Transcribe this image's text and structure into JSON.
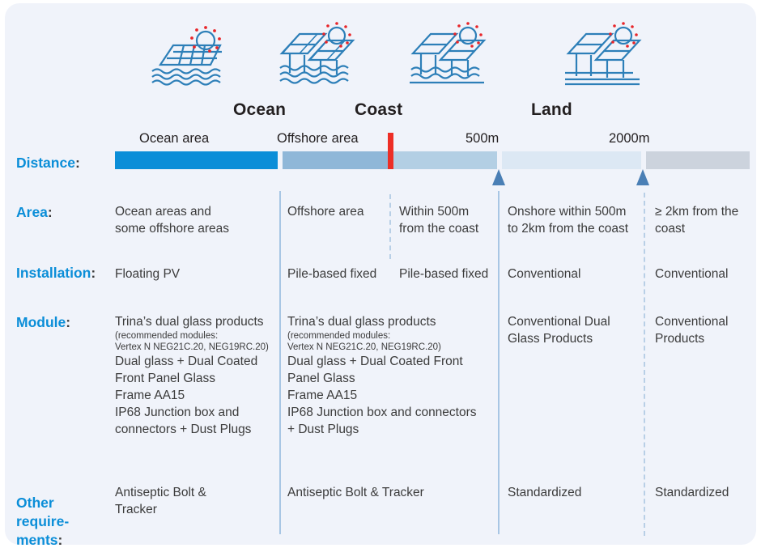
{
  "zones": [
    {
      "name": "Ocean",
      "label": "Ocean"
    },
    {
      "name": "Coast",
      "label": "Coast"
    },
    {
      "name": "Land",
      "label": "Land"
    }
  ],
  "icons": [
    {
      "name": "floating-pv-icon",
      "type": "flat-panel-on-water"
    },
    {
      "name": "offshore-pv-icon",
      "type": "tilted-panels-on-water"
    },
    {
      "name": "coastal-pv-icon",
      "type": "tilted-panels-shallow-water"
    },
    {
      "name": "land-pv-icon",
      "type": "tilted-panels-on-ground"
    }
  ],
  "distance": {
    "label": "Distance",
    "colon": ":",
    "segments": [
      {
        "caption": "Ocean area",
        "color": "#0b8ed8"
      },
      {
        "caption": "Offshore area",
        "color": "#8fb7d8"
      },
      {
        "caption": "",
        "color": "#b3cfe4"
      },
      {
        "caption": "500m",
        "color": "#dce8f4"
      },
      {
        "caption": "2000m",
        "color": "#ccd3dd"
      }
    ],
    "coast_marker_color": "#ed2e26",
    "arrow_color": "#4a7fb5"
  },
  "rows": [
    {
      "label": "Area",
      "colon": ":",
      "cells": [
        "Ocean areas and\nsome offshore areas",
        "Offshore area",
        "Within 500m\nfrom the coast",
        "Onshore within 500m\nto 2km from the coast",
        "≥ 2km from the\ncoast"
      ]
    },
    {
      "label": "Installation",
      "colon": ":",
      "cells": [
        "Floating PV",
        "Pile-based fixed",
        "Pile-based fixed",
        "Conventional",
        "Conventional"
      ]
    },
    {
      "label": "Module",
      "colon": ":",
      "cells": [
        {
          "head": "Trina’s dual glass products",
          "note": "(recommended modules:\nVertex N NEG21C.20, NEG19RC.20)",
          "body": "Dual glass + Dual Coated\nFront Panel Glass\nFrame AA15\nIP68 Junction box and\nconnectors + Dust Plugs"
        },
        {
          "head": "Trina’s dual glass products",
          "note": "(recommended modules:\nVertex N NEG21C.20, NEG19RC.20)",
          "body": "Dual glass + Dual Coated Front\nPanel Glass\nFrame AA15\nIP68 Junction box and connectors\n+ Dust Plugs"
        },
        {
          "head": "",
          "note": "",
          "body": ""
        },
        {
          "head": "",
          "note": "",
          "body": "Conventional Dual\nGlass Products"
        },
        {
          "head": "",
          "note": "",
          "body": "Conventional\nProducts"
        }
      ]
    },
    {
      "label": "Other\nrequire-\nments",
      "colon": ":",
      "cells": [
        "Antiseptic Bolt &\nTracker",
        "Antiseptic Bolt & Tracker",
        "",
        "Standardized",
        "Standardized"
      ]
    }
  ],
  "colors": {
    "card_bg": "#f0f3fa",
    "accent_blue": "#0b8ed8",
    "text_dark": "#3b3b3b",
    "heading_dark": "#231f20",
    "divider_solid": "#a8c6e4",
    "divider_dashed": "#b8cfe6"
  }
}
